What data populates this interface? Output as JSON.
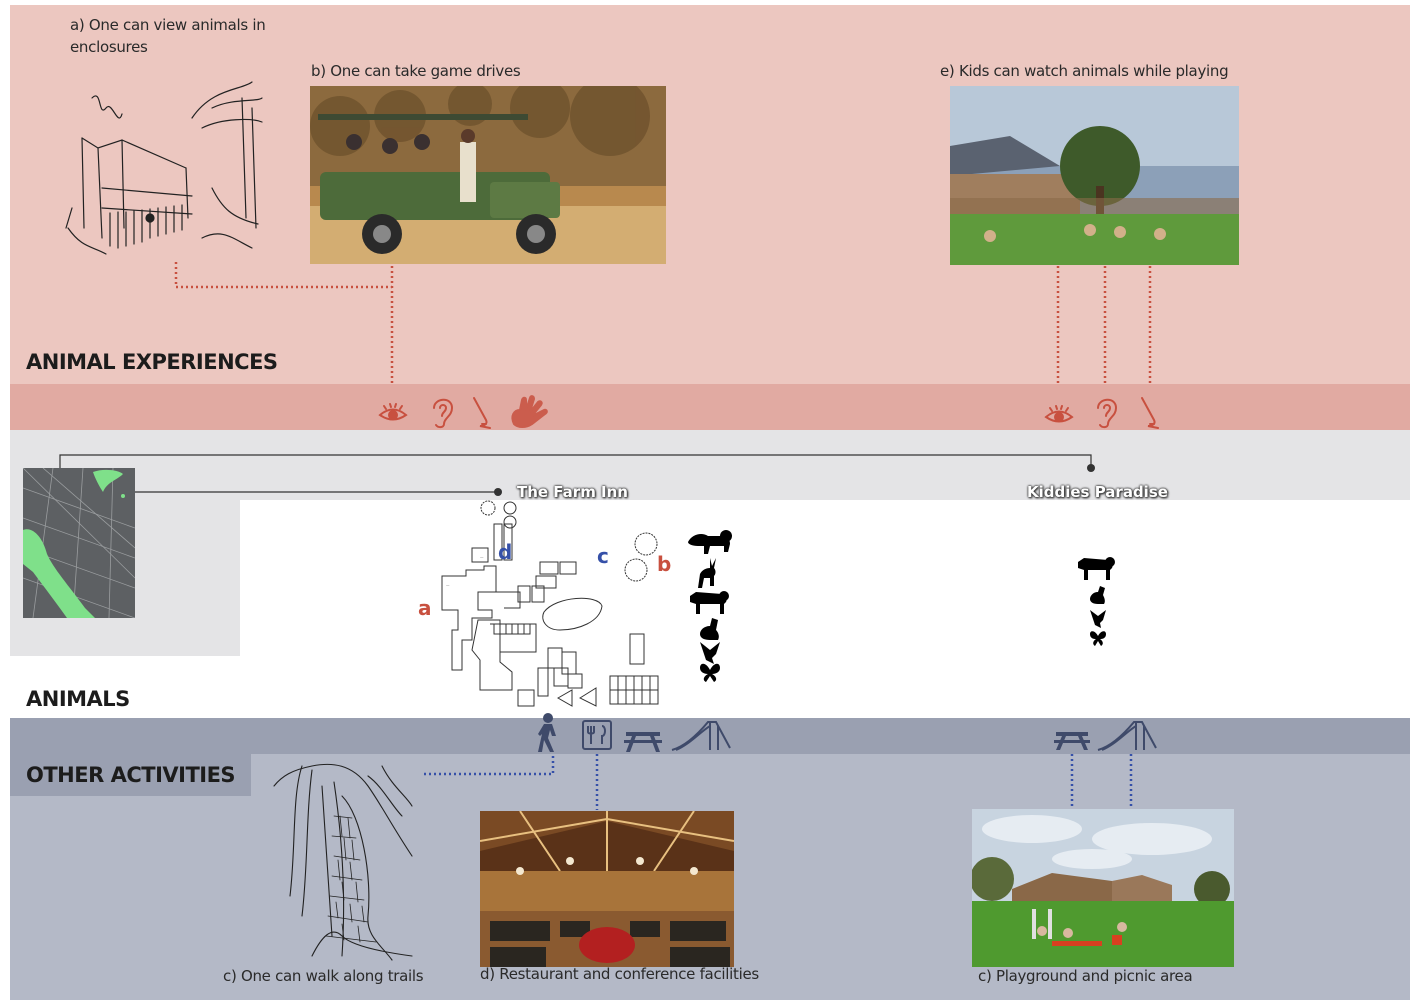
{
  "sections": {
    "animal_experiences": "ANIMAL EXPERIENCES",
    "animals": "ANIMALS",
    "other_activities": "OTHER ACTIVITIES"
  },
  "captions": {
    "a": "a) One can view animals in enclosures",
    "b": "b) One can take game drives",
    "e": "e) Kids can watch animals while playing",
    "c_trails": "c) One can walk along trails",
    "d": "d) Restaurant and conference facilities",
    "c_playground": "c) Playground and picnic area"
  },
  "places": {
    "farm_inn": "The Farm Inn",
    "kiddies_paradise": "Kiddies Paradise"
  },
  "plan_letters": {
    "a": "a",
    "b": "b",
    "c": "c",
    "d": "d"
  },
  "colors": {
    "pink_band": "#ecc7c0",
    "pink_band_dark": "#e1aaa2",
    "grey_band": "#e4e4e6",
    "blue_band": "#b4b9c7",
    "blue_band_dark": "#9aa0b1",
    "red_accent": "#c8503f",
    "blue_accent": "#3550a8"
  },
  "icons": {
    "experiences_farm_inn": [
      "eye-icon",
      "ear-icon",
      "nose-icon",
      "hand-icon"
    ],
    "experiences_kiddies": [
      "eye-icon",
      "ear-icon",
      "nose-icon"
    ],
    "animals_farm_inn": [
      "lion-icon",
      "antelope-icon",
      "cow-icon",
      "rabbit-icon",
      "bird-icon",
      "butterfly-icon"
    ],
    "animals_kiddies": [
      "cow-icon",
      "rabbit-icon",
      "bird-icon",
      "butterfly-icon"
    ],
    "activities_farm_inn": [
      "hiker-icon",
      "restaurant-icon",
      "picnic-table-icon",
      "slide-icon"
    ],
    "activities_kiddies": [
      "picnic-table-icon",
      "slide-icon"
    ]
  }
}
